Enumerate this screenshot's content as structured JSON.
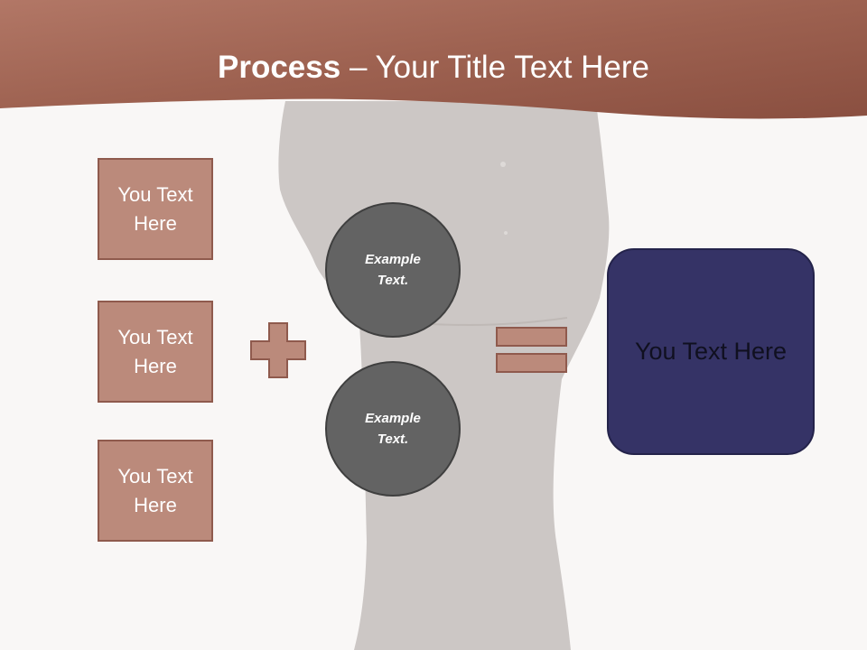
{
  "slide": {
    "title_bold": "Process",
    "title_rest": " – Your Title Text Here"
  },
  "inputs": [
    {
      "label": "You Text\nHere"
    },
    {
      "label": "You Text\nHere"
    },
    {
      "label": "You Text\nHere"
    }
  ],
  "circles": [
    {
      "label": "Example\nText."
    },
    {
      "label": "Example\nText."
    }
  ],
  "result": {
    "label": "You Text Here"
  },
  "colors": {
    "header": "#9a5e4e",
    "input_fill": "#bb8a7b",
    "input_border": "#8f5a4d",
    "circle_fill": "#636363",
    "result_fill": "#353366",
    "background": "#f9f7f6"
  },
  "icons": {
    "plus": "plus-icon",
    "equals": "equals-icon"
  }
}
